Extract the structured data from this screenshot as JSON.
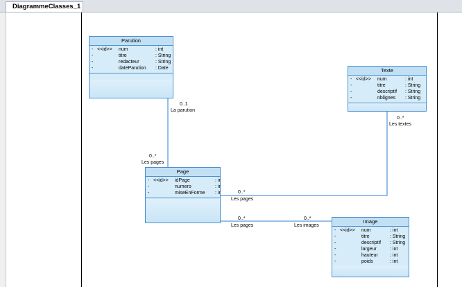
{
  "tab": {
    "label": "DiagrammeClasses_1"
  },
  "classes": {
    "parution": {
      "name": "Parution",
      "attrs": [
        {
          "vis": "-",
          "stereo": "<<id>>",
          "name": "num",
          "type": ": int"
        },
        {
          "vis": "-",
          "stereo": "",
          "name": "titre",
          "type": ": String"
        },
        {
          "vis": "-",
          "stereo": "",
          "name": "redacteur",
          "type": ": String"
        },
        {
          "vis": "-",
          "stereo": "",
          "name": "dateParution",
          "type": ": Date"
        }
      ]
    },
    "texte": {
      "name": "Texte",
      "attrs": [
        {
          "vis": "-",
          "stereo": "<<id>>",
          "name": "num",
          "type": ": int"
        },
        {
          "vis": "-",
          "stereo": "",
          "name": "titre",
          "type": ": String"
        },
        {
          "vis": "-",
          "stereo": "",
          "name": "descriptif",
          "type": ": String"
        },
        {
          "vis": "-",
          "stereo": "",
          "name": "nblignes",
          "type": ": String"
        }
      ]
    },
    "page": {
      "name": "Page",
      "attrs": [
        {
          "vis": "-",
          "stereo": "<<id>>",
          "name": "idPage",
          "type": ": ir"
        },
        {
          "vis": "-",
          "stereo": "",
          "name": "numero",
          "type": ": ir"
        },
        {
          "vis": "-",
          "stereo": "",
          "name": "miseEnForme",
          "type": ": ir"
        }
      ]
    },
    "image": {
      "name": "Image",
      "attrs": [
        {
          "vis": "-",
          "stereo": "<<id>>",
          "name": "num",
          "type": ": int"
        },
        {
          "vis": "-",
          "stereo": "",
          "name": "titre",
          "type": ": String"
        },
        {
          "vis": "-",
          "stereo": "",
          "name": "descriptif",
          "type": ": String"
        },
        {
          "vis": "-",
          "stereo": "",
          "name": "largeur",
          "type": ": int"
        },
        {
          "vis": "-",
          "stereo": "",
          "name": "hauteur",
          "type": ": int"
        },
        {
          "vis": "-",
          "stereo": "",
          "name": "poids",
          "type": ": int"
        }
      ]
    }
  },
  "associations": {
    "parution_page": {
      "multiplicity": "0..1",
      "role": "La parution",
      "page_multiplicity": "0..*",
      "page_role": "Les pages"
    },
    "texte_page": {
      "multiplicity": "0..*",
      "role": "Les textes",
      "page_multiplicity": "0..*",
      "page_role": "Les pages"
    },
    "page_image": {
      "page_multiplicity": "0..*",
      "page_role": "Les pages",
      "image_multiplicity": "0..*",
      "image_role": "Les images"
    }
  },
  "colors": {
    "class_fill": "#d6ecf9",
    "class_border": "#4b8fd0",
    "association": "#2a7fd4"
  }
}
